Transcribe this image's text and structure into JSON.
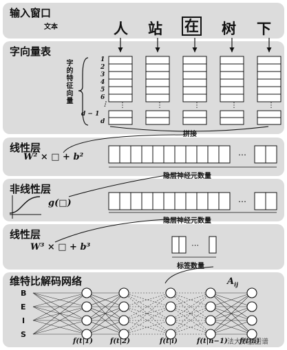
{
  "sections": {
    "input": "输入窗口",
    "text": "文本",
    "char_vector_table": "字向量表",
    "linear1": "线性层",
    "nonlinear": "非线性层",
    "linear2": "线性层",
    "viterbi": "维特比解码网络"
  },
  "input_chars": [
    "人",
    "站",
    "在",
    "树",
    "下"
  ],
  "highlighted_char_index": 2,
  "feature_vertical": "字的特征向量",
  "row_indices": [
    "1",
    "2",
    "3",
    "4",
    "5",
    "6",
    "⋮",
    "d − 1",
    "d"
  ],
  "labels": {
    "concat": "拼接",
    "hidden_neurons_1": "隐层神经元数量",
    "hidden_neurons_2": "隐层神经元数量",
    "tag_count": "标签数量",
    "aij": "A",
    "aij_sub": "ij"
  },
  "formulas": {
    "linear1": "W² × □ + b²",
    "nonlinear": "g(□)",
    "linear2": "W³ × □ + b³"
  },
  "bies_tags": [
    "B",
    "E",
    "I",
    "S"
  ],
  "bottom_labels": [
    "f(t|1)",
    "f(t|2)",
    "f(t|i)",
    "f(t|n−1)",
    "f(t|n)"
  ],
  "watermark": "法大数据图谱",
  "colors": {
    "band": "#dcdcdc",
    "ink": "#111111",
    "cell": "#ffffff"
  }
}
